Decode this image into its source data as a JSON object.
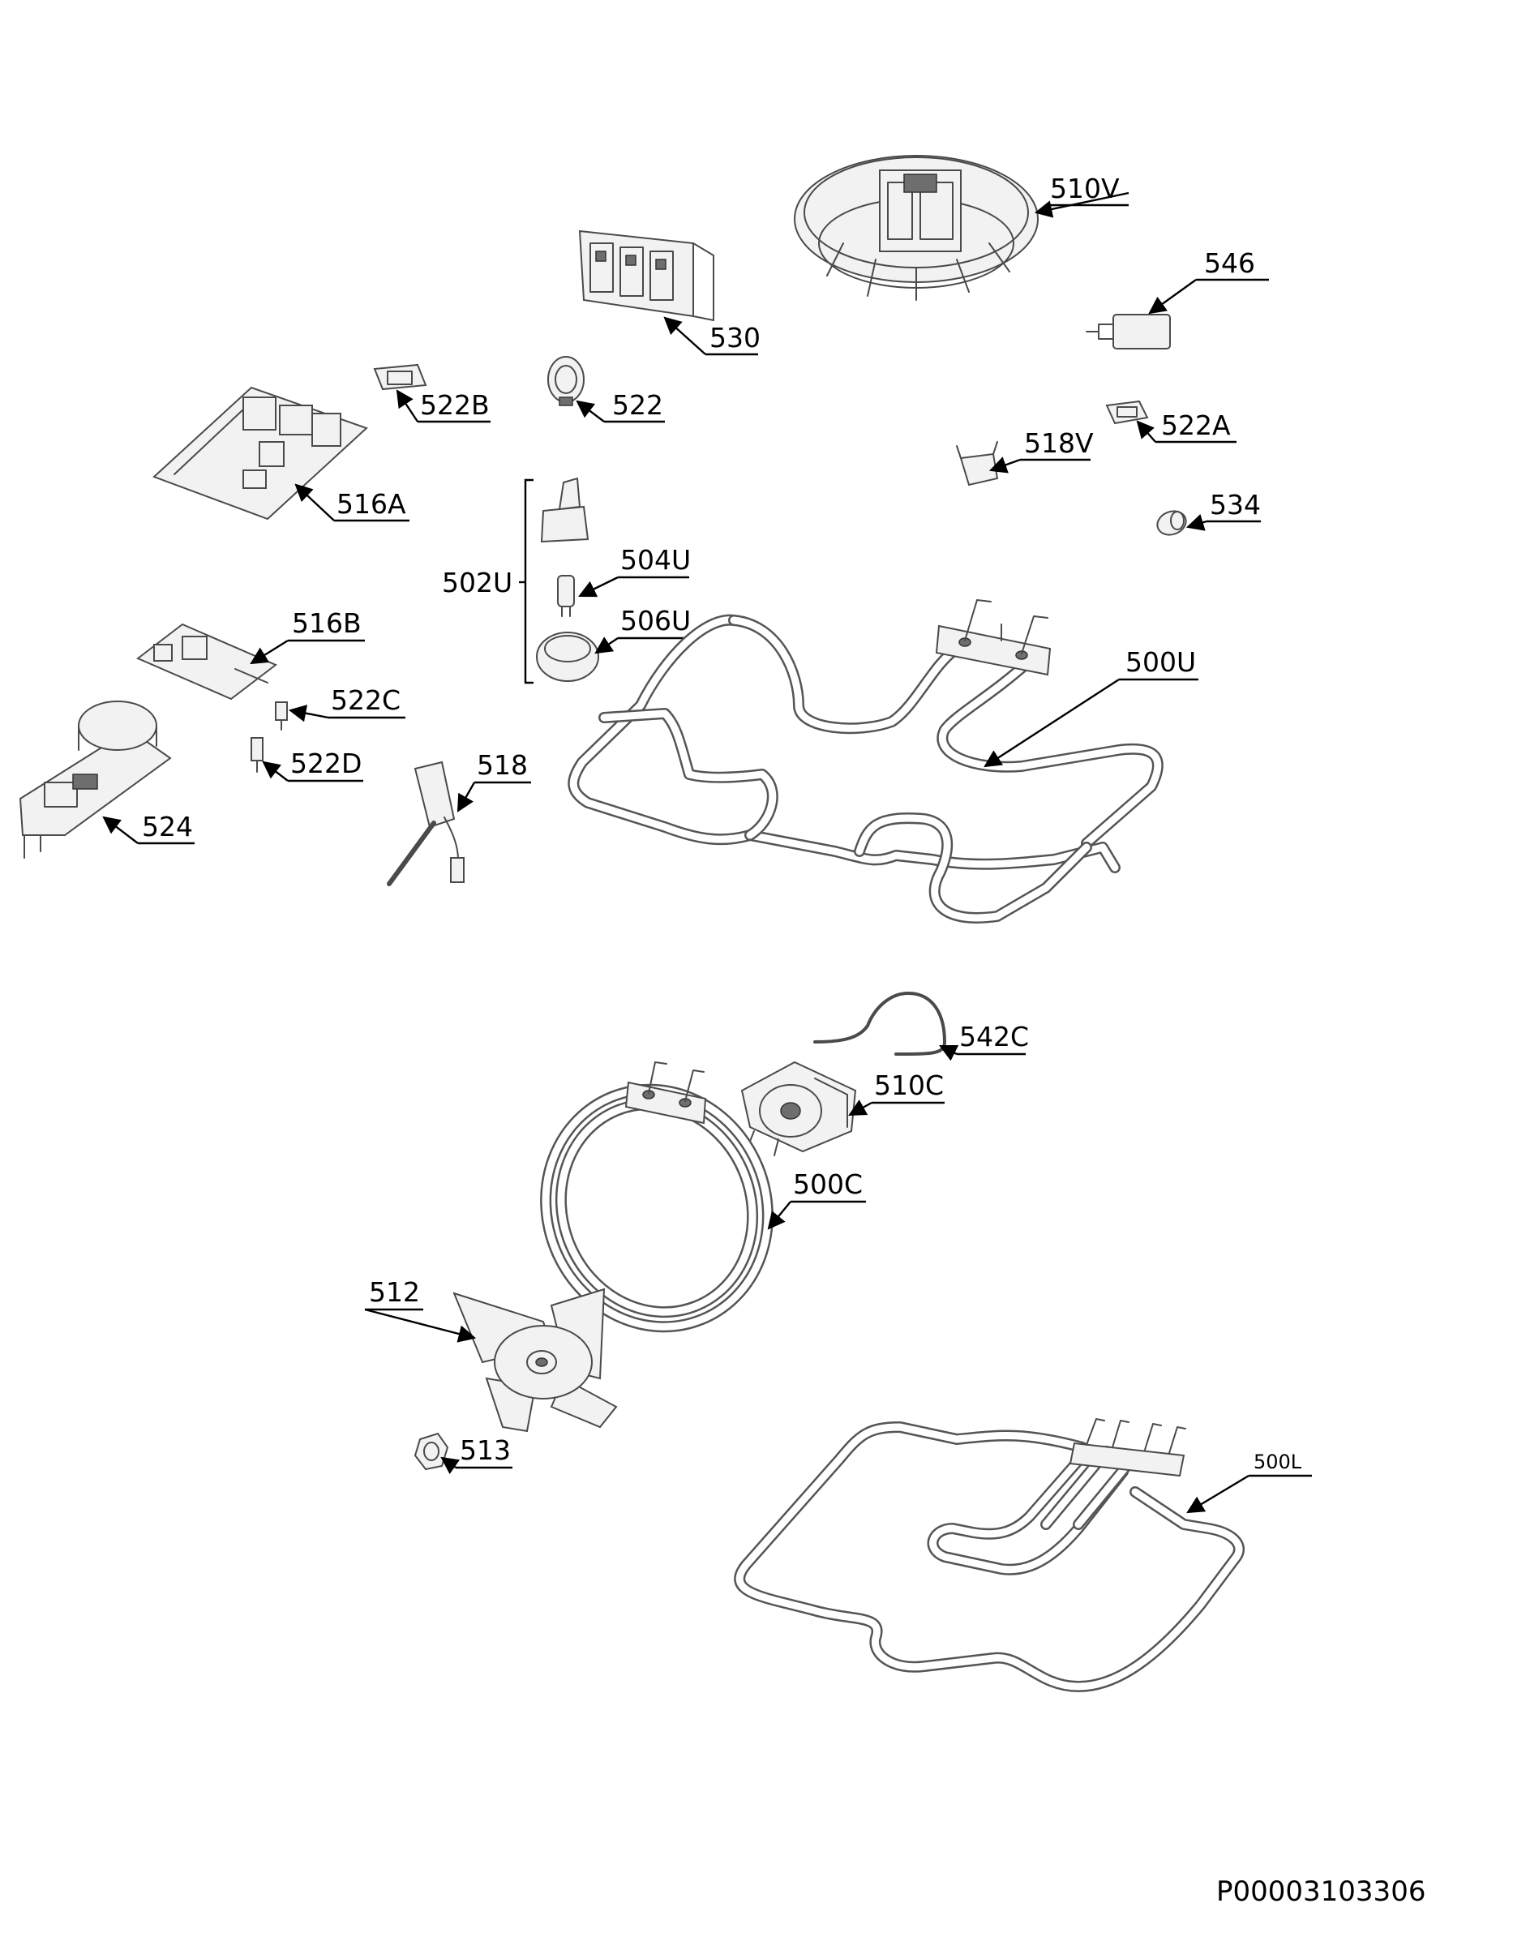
{
  "document_id": "P00003103306",
  "parts": {
    "p510V": "510V",
    "p546": "546",
    "p530": "530",
    "p522B": "522B",
    "p522": "522",
    "p522A": "522A",
    "p518V": "518V",
    "p516A": "516A",
    "p534": "534",
    "p502U": "502U",
    "p504U": "504U",
    "p506U": "506U",
    "p516B": "516B",
    "p500U": "500U",
    "p522C": "522C",
    "p522D": "522D",
    "p518": "518",
    "p524": "524",
    "p542C": "542C",
    "p510C": "510C",
    "p500C": "500C",
    "p512": "512",
    "p513": "513",
    "p500L": "500L"
  }
}
